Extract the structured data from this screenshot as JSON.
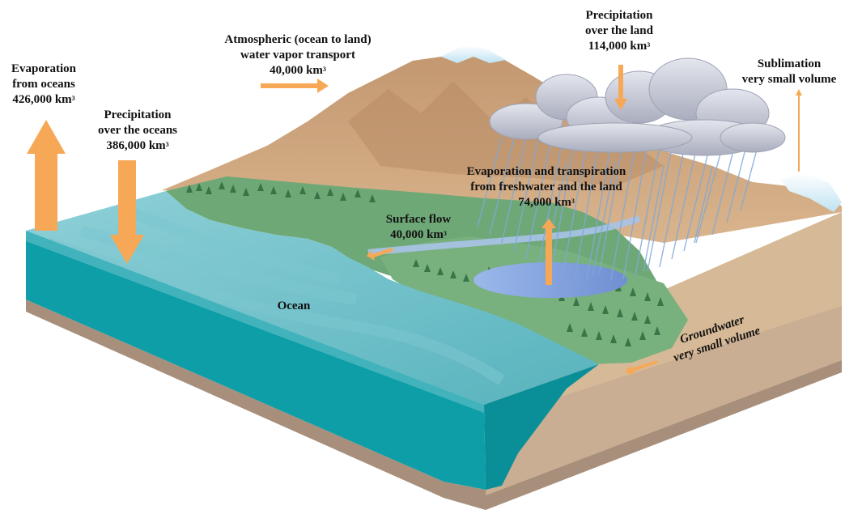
{
  "labels": {
    "evap_oceans": {
      "line1": "Evaporation",
      "line2": "from oceans",
      "amount": "426,000 km",
      "exp": "3"
    },
    "precip_oceans": {
      "line1": "Precipitation",
      "line2": "over the oceans",
      "amount": "386,000 km",
      "exp": "3"
    },
    "atmospheric": {
      "line1": "Atmospheric (ocean to land)",
      "line2": "water vapor transport",
      "amount": "40,000 km",
      "exp": "3"
    },
    "precip_land": {
      "line1": "Precipitation",
      "line2": "over the land",
      "amount": "114,000 km",
      "exp": "3"
    },
    "sublimation": {
      "line1": "Sublimation",
      "line2": "very small volume"
    },
    "evapotranspiration": {
      "line1": "Evaporation and transpiration",
      "line2": "from freshwater and the land",
      "amount": "74,000 km",
      "exp": "3"
    },
    "surface_flow": {
      "line1": "Surface flow",
      "amount": "40,000 km",
      "exp": "3"
    },
    "ocean": "Ocean",
    "groundwater": {
      "line1": "Groundwater",
      "line2": "very small volume"
    }
  },
  "colors": {
    "arrow": "#f7a856",
    "ocean_surface": "#6cc0c8",
    "ocean_side": "#0e9ea8",
    "land_tan": "#d9b48c",
    "forest": "#6fa877",
    "mountain": "#c99f78",
    "cloud": "#c9ccd8",
    "rain": "#7fa9d9",
    "lake": "#7f9fd8",
    "ground": "#b29a86"
  }
}
